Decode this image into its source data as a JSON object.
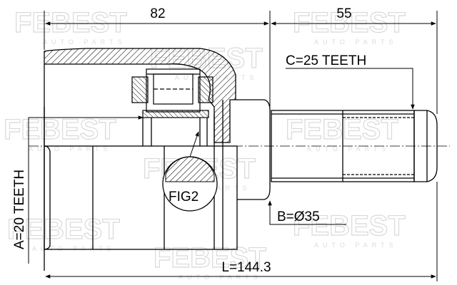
{
  "watermark": {
    "brand": "FEBEST",
    "sub": "AUTO PARTS"
  },
  "dimensions": {
    "top_left": "82",
    "top_right": "55",
    "overall": "L=144.3"
  },
  "callouts": {
    "c_teeth": "C=25 TEETH",
    "a_teeth": "A=20 TEETH",
    "b_diameter": "B=Ø35",
    "fig": "FIG2"
  }
}
